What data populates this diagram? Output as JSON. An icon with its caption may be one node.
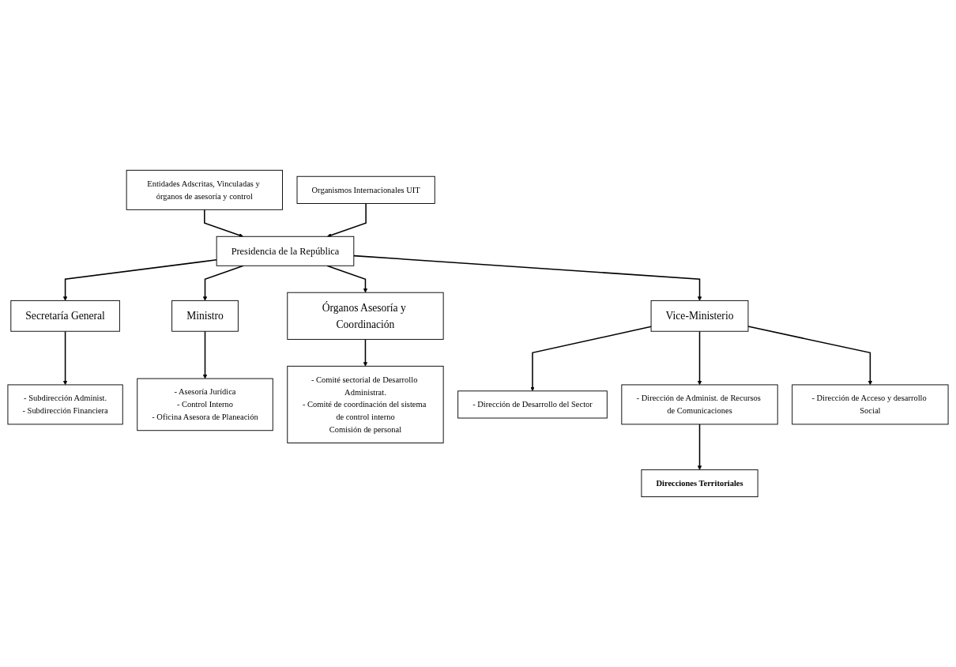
{
  "diagram": {
    "nodes": [
      {
        "text": [
          "Presidencia de la República"
        ]
      },
      {
        "text": [
          "Entidades Adscritas, Vinculadas y órganos de asesoría y control"
        ]
      },
      {
        "text": [
          "Organismos Internacionales UIT"
        ]
      },
      {
        "text": [
          "Secretaría General"
        ]
      },
      {
        "text": [
          "Ministro"
        ]
      },
      {
        "text": [
          "Vice-Ministerio"
        ]
      },
      {
        "text": [
          "Órganos Asesoría y Coordinación"
        ]
      },
      {
        "text": [
          "- Subdirección Administ.",
          "- Subdirección Financiera"
        ]
      },
      {
        "text": [
          "- Asesoría Jurídica",
          "- Control Interno",
          "- Oficina Asesora de Planeación"
        ]
      },
      {
        "text": [
          "- Comité sectorial de Desarrollo Administrat.",
          "- Comité de coordinación del sistema de control interno",
          "Comisión de personal"
        ]
      },
      {
        "text": [
          "- Dirección de Desarrollo del Sector"
        ]
      },
      {
        "text": [
          "- Dirección de Administ. de Recursos de Comunicaciones"
        ]
      },
      {
        "text": [
          "- Dirección de Acceso y desarrollo Social"
        ]
      },
      {
        "text": [
          "Direcciones Territoriales"
        ]
      }
    ],
    "edges": [
      {
        "from": 1,
        "to": 0,
        "arrow": "to"
      },
      {
        "from": 2,
        "to": 0,
        "arrow": "to"
      },
      {
        "from": 0,
        "to": 3,
        "arrow": "to"
      },
      {
        "from": 0,
        "to": 4,
        "arrow": "to"
      },
      {
        "from": 0,
        "to": 5,
        "arrow": "to"
      },
      {
        "from": 0,
        "to": 6,
        "arrow": "to"
      },
      {
        "from": 3,
        "to": 7,
        "arrow": "to"
      },
      {
        "from": 4,
        "to": 8,
        "arrow": "to"
      },
      {
        "from": 6,
        "to": 9,
        "arrow": "to"
      },
      {
        "from": 5,
        "to": 10,
        "arrow": "to"
      },
      {
        "from": 5,
        "to": 11,
        "arrow": "to"
      },
      {
        "from": 5,
        "to": 12,
        "arrow": "to"
      },
      {
        "from": 11,
        "to": 13,
        "arrow": "to"
      }
    ]
  }
}
